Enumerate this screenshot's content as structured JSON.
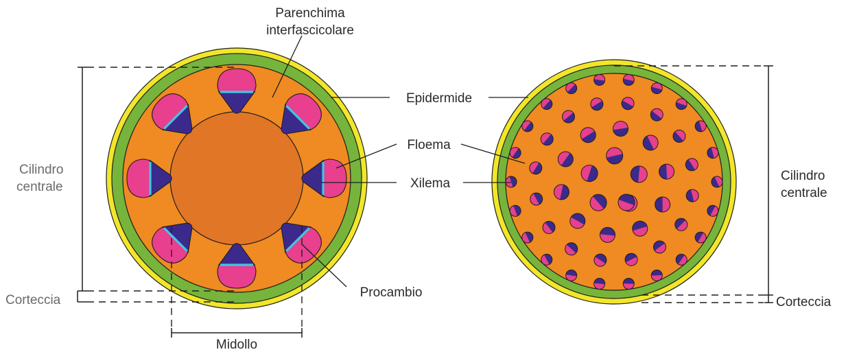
{
  "labels": {
    "parenchima_line1": "Parenchima",
    "parenchima_line2": "interfascicolare",
    "epidermide": "Epidermide",
    "floema": "Floema",
    "xilema": "Xilema",
    "procambio": "Procambio",
    "midollo": "Midollo",
    "corteccia_left": "Corteccia",
    "corteccia_right": "Corteccia",
    "cilindro_left_line1": "Cilindro",
    "cilindro_left_line2": "centrale",
    "cilindro_right_line1": "Cilindro",
    "cilindro_right_line2": "centrale"
  },
  "colors": {
    "epidermis": "#f2e62a",
    "cortex": "#76b43c",
    "ground_tissue": "#f08a22",
    "pith": "#e07626",
    "phloem": "#e83f8e",
    "xylem": "#3b2a8c",
    "procambium": "#3ec6e6",
    "outline": "#1e1e1e"
  }
}
